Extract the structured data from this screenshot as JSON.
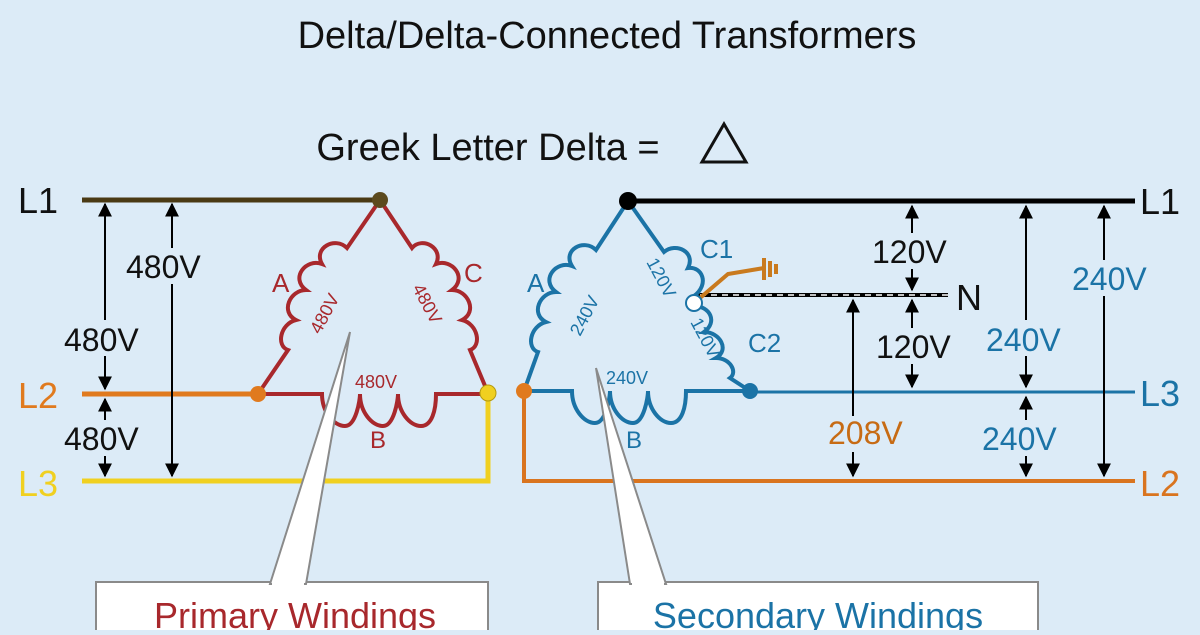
{
  "title": "Delta/Delta-Connected Transformers",
  "subtitle": "Greek Letter Delta =",
  "colors": {
    "background": "#dcebf7",
    "l1_primary": "#4a3a14",
    "l2_primary": "#e07a1e",
    "l3_primary": "#f0d020",
    "primary_winding": "#a8282c",
    "secondary_winding": "#1b73a6",
    "l1_secondary": "#000000",
    "l2_secondary": "#d9741f",
    "ground": "#c97a1e",
    "voltage_208": "#c76b14"
  },
  "primary": {
    "lines": {
      "l1": "L1",
      "l2": "L2",
      "l3": "L3"
    },
    "voltages": {
      "l1_l3": "480V",
      "l1_l2": "480V",
      "l2_l3": "480V"
    },
    "windings": {
      "a_label": "A",
      "a_voltage": "480V",
      "b_label": "B",
      "b_voltage": "480V",
      "c_label": "C",
      "c_voltage": "480V"
    },
    "callout": "Primary Windings"
  },
  "secondary": {
    "lines": {
      "l1": "L1",
      "l3": "L3",
      "l2": "L2",
      "n": "N"
    },
    "voltages": {
      "l1_n": "120V",
      "n_l3": "120V",
      "n_l2": "208V",
      "l1_l3": "240V",
      "l3_l2": "240V",
      "l1_l2": "240V"
    },
    "windings": {
      "a_label": "A",
      "a_voltage": "240V",
      "b_label": "B",
      "b_voltage": "240V",
      "c1_label": "C1",
      "c1_voltage": "120V",
      "c2_label": "C2",
      "c2_voltage": "120V"
    },
    "callout": "Secondary Windings"
  }
}
